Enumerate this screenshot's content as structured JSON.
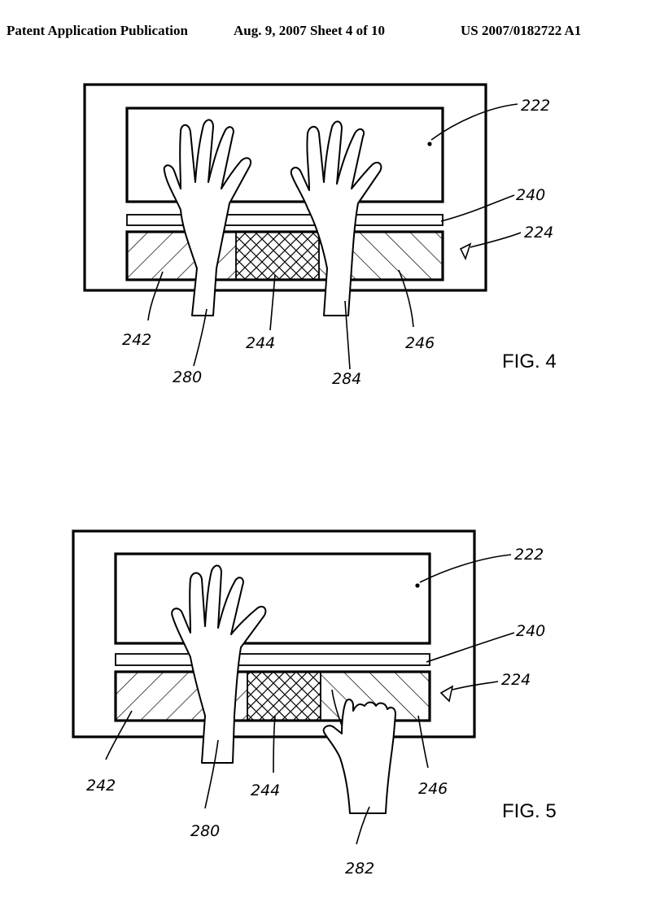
{
  "header": {
    "left": "Patent Application Publication",
    "middle": "Aug. 9, 2007   Sheet 4 of 10",
    "right": "US 2007/0182722 A1"
  },
  "figures": [
    {
      "caption": "FIG. 4",
      "labels": {
        "display": "222",
        "strip": "240",
        "surface": "224",
        "region_left": "242",
        "region_middle": "244",
        "region_right": "246",
        "left_hand": "280",
        "right_hand": "284"
      }
    },
    {
      "caption": "FIG. 5",
      "labels": {
        "display": "222",
        "strip": "240",
        "surface": "224",
        "region_left": "242",
        "region_middle": "244",
        "region_right": "246",
        "left_hand": "280",
        "pointing_hand": "282"
      }
    }
  ]
}
